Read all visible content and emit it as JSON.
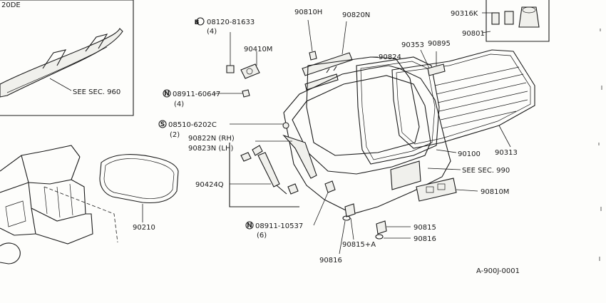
{
  "labels": {
    "engine_code": "20DE",
    "see_sec_960": "SEE SEC. 960",
    "bolt_ref": "08120-81633",
    "bolt_qty": "(4)",
    "p90410m": "90410M",
    "nut_ref_1": "08911-60647",
    "nut_qty_1": "(4)",
    "screw_ref": "08510-6202C",
    "screw_qty": "(2)",
    "p90822n": "90822N (RH)",
    "p90823n": "90823N (LH)",
    "p90424q": "90424Q",
    "p90210": "90210",
    "nut_ref_2": "08911-10537",
    "nut_qty_2": "(6)",
    "p90816a": "90816",
    "p90815a": "90815+A",
    "p90810h": "90810H",
    "p90820n": "90820N",
    "p90824": "90824",
    "p90353": "90353",
    "p90895": "90895",
    "p90316k": "90316K",
    "p90801": "90801",
    "p90100": "90100",
    "p90313": "90313",
    "see_sec_990": "SEE SEC. 990",
    "p90810m": "90810M",
    "p90815b": "90815",
    "p90816b": "90816",
    "diagram_code": "A-900J-0001"
  }
}
